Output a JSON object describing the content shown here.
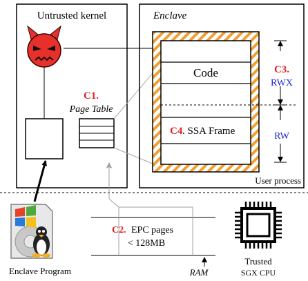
{
  "kernel": {
    "title": "Untrusted kernel"
  },
  "enclave": {
    "title": "Enclave"
  },
  "code": {
    "label": "Code"
  },
  "c1": {
    "tag": "C1.",
    "label": "Page Table"
  },
  "c2": {
    "tag": "C2.",
    "line1": "EPC pages",
    "line2": "< 128MB"
  },
  "c3": {
    "tag": "C3.",
    "rwx": "RWX",
    "rw": "RW"
  },
  "c4": {
    "tag": "C4",
    "label": ". SSA Frame"
  },
  "user_process": {
    "label": "User process"
  },
  "program": {
    "label": "Enclave Program"
  },
  "ram": {
    "label": "RAM"
  },
  "cpu": {
    "line1": "Trusted",
    "line2": "SGX CPU"
  },
  "colors": {
    "accent": "#e02020",
    "blue": "#2020d0",
    "hatch": "#f0a030",
    "devil": "#e8302a"
  },
  "icons": [
    "devil-icon",
    "windows-icon",
    "linux-penguin-icon",
    "cpu-chip-icon"
  ]
}
